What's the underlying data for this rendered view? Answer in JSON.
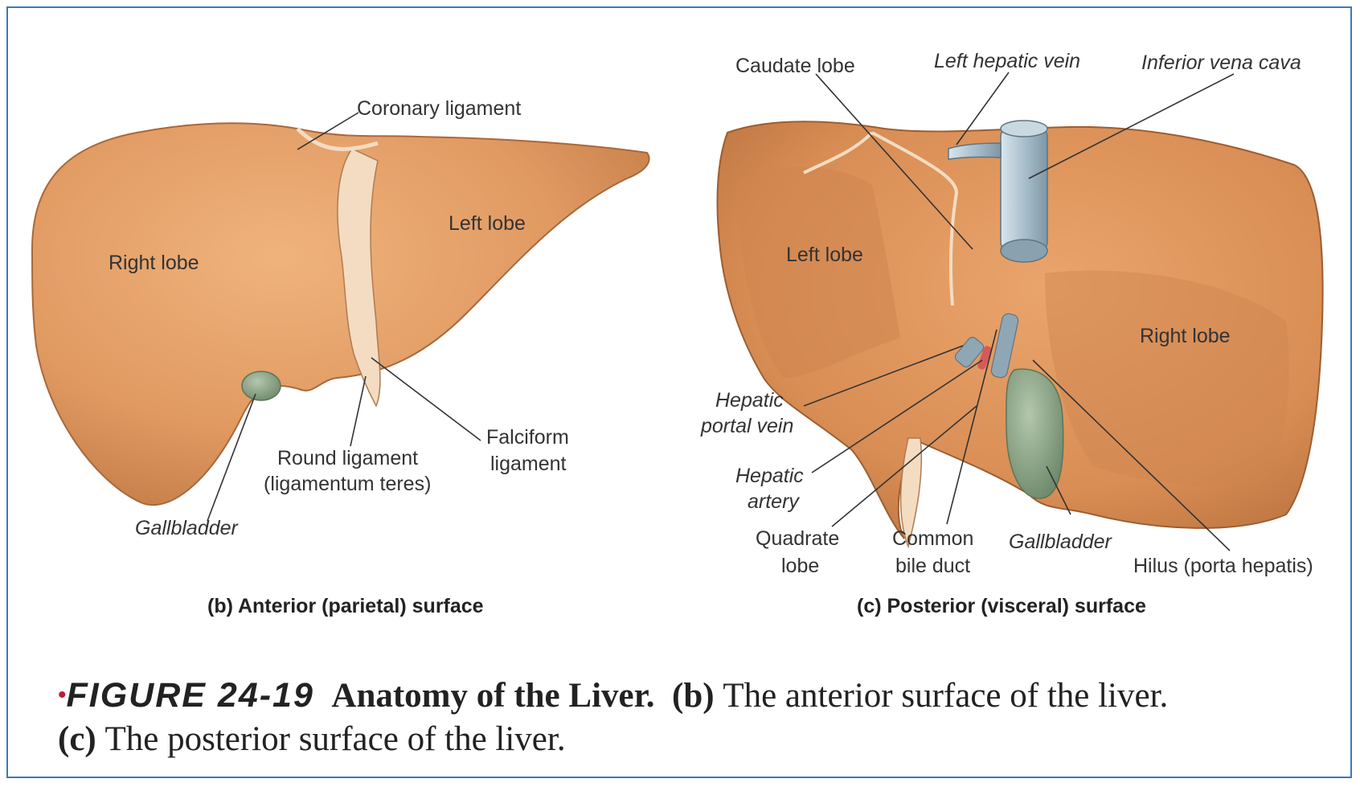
{
  "anterior": {
    "labels": {
      "coronary": "Coronary ligament",
      "right_lobe": "Right lobe",
      "left_lobe": "Left lobe",
      "falciform_1": "Falciform",
      "falciform_2": "ligament",
      "round_1": "Round ligament",
      "round_2": "(ligamentum teres)",
      "gallbladder": "Gallbladder"
    },
    "subtitle": "(b) Anterior (parietal) surface"
  },
  "posterior": {
    "labels": {
      "caudate": "Caudate lobe",
      "left_hepatic_vein": "Left hepatic vein",
      "ivc": "Inferior vena cava",
      "left_lobe": "Left lobe",
      "right_lobe": "Right lobe",
      "portal_1": "Hepatic",
      "portal_2": "portal vein",
      "artery_1": "Hepatic",
      "artery_2": "artery",
      "quadrate_1": "Quadrate",
      "quadrate_2": "lobe",
      "bile_1": "Common",
      "bile_2": "bile duct",
      "gallbladder": "Gallbladder",
      "hilus": "Hilus (porta hepatis)"
    },
    "subtitle": "(c) Posterior (visceral) surface"
  },
  "caption": {
    "bullet": "•",
    "figure_number": "FIGURE 24-19",
    "title": "Anatomy of the Liver.",
    "b_tag": "(b)",
    "b_text": "The anterior surface of the liver.",
    "c_tag": "(c)",
    "c_text": "The posterior surface of the liver."
  },
  "colors": {
    "liver": "#e09a62",
    "liver_shadow": "#c27a45",
    "ligament": "#f3dcc2",
    "gallbladder": "#8fa98a",
    "vein": "#a9bfcc",
    "border": "#3b78c2",
    "bullet": "#c2183a"
  }
}
